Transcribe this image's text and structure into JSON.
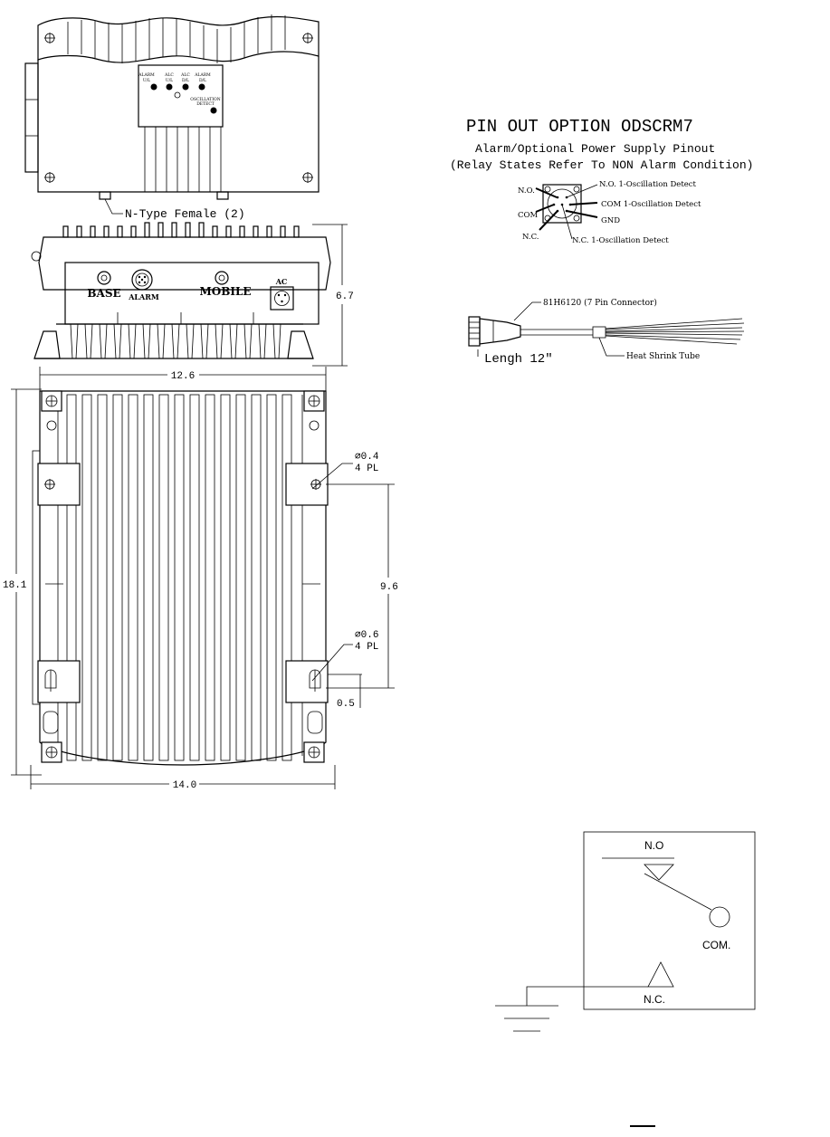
{
  "top_view": {
    "indicators": [
      {
        "line1": "ALARM",
        "line2": "U/L"
      },
      {
        "line1": "ALC",
        "line2": "U/L"
      },
      {
        "line1": "ALC",
        "line2": "D/L"
      },
      {
        "line1": "ALARM",
        "line2": "D/L"
      }
    ],
    "oscillation_line1": "OSCILLATION",
    "oscillation_line2": "DETECT",
    "connector_note": "N-Type Female (2)"
  },
  "front_view": {
    "base_label": "BASE",
    "alarm_label": "ALARM",
    "mobile_label": "MOBILE",
    "ac_label": "AC",
    "height_dim": "6.7"
  },
  "bottom_view": {
    "width_top": "12.6",
    "width_bottom": "14.0",
    "height_total": "18.1",
    "hole_spacing": "9.6",
    "edge_offset": "0.5",
    "small_hole": "⌀0.4",
    "small_hole_qty": "4  PL",
    "large_hole": "⌀0.6",
    "large_hole_qty": "4  PL"
  },
  "pinout": {
    "title": "PIN OUT OPTION ODSCRM7",
    "subtitle_1": "Alarm/Optional Power Supply Pinout",
    "subtitle_2": "(Relay States Refer To NON Alarm Condition)",
    "labels": {
      "no": "N.O.",
      "com": "COM",
      "nc": "N.C.",
      "no1": "N.O. 1-Oscillation Detect",
      "com1": "COM 1-Oscillation Detect",
      "gnd": "GND",
      "nc1": "N.C. 1-Oscillation Detect"
    }
  },
  "cable": {
    "connector_label": "81H6120 (7 Pin Connector)",
    "length_label": "Lengh 12\"",
    "tube_label": "Heat Shrink Tube"
  },
  "relay": {
    "no_label": "N.O",
    "com_label": "COM.",
    "nc_label": "N.C."
  }
}
